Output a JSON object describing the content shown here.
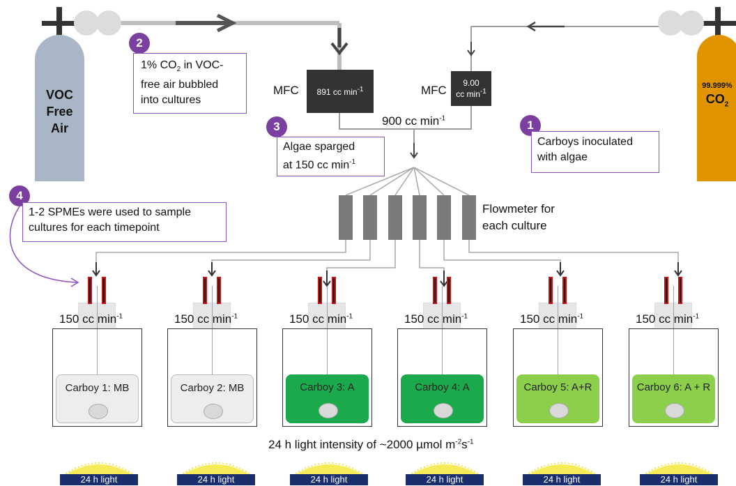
{
  "colors": {
    "purple": "#7b3fa0",
    "cylinder_air": "#a9b6c6",
    "cylinder_co2": "#e09400",
    "mfc": "#333333",
    "algae_green": "#1aaa4c",
    "algae_light_green": "#8ccf4a",
    "media_gray": "#ededed",
    "light_banner": "#1a2e6e"
  },
  "cylinders": {
    "air": {
      "line1": "VOC",
      "line2": "Free",
      "line3": "Air"
    },
    "co2": {
      "percent": "99.999%",
      "formula": "CO",
      "sub": "2"
    }
  },
  "steps": {
    "s1": {
      "num": "1",
      "line1": "Carboys inoculated",
      "line2": "with algae"
    },
    "s2": {
      "num": "2",
      "line1a": "1% CO",
      "line1sub": "2",
      "line1b": " in VOC-",
      "line2": "free air bubbled",
      "line3": "into cultures"
    },
    "s3": {
      "num": "3",
      "line1": "Algae sparged",
      "line2a": "at 150 cc min",
      "line2sup": "-1"
    },
    "s4": {
      "num": "4",
      "line1": "1-2 SPMEs were used to sample",
      "line2": "cultures for each timepoint"
    }
  },
  "mfc": {
    "left": {
      "label": "MFC",
      "value": "891 cc min",
      "sup": "-1"
    },
    "right": {
      "label": "MFC",
      "value1": "9.00",
      "value2": "cc min",
      "sup": "-1"
    }
  },
  "combined_flow": {
    "text": "900 cc min",
    "sup": "-1"
  },
  "flowmeter": {
    "line1": "Flowmeter for",
    "line2": "each culture"
  },
  "carboy_flow": {
    "text": "150 cc min",
    "sup": "-1"
  },
  "carboys": [
    {
      "label": "Carboy 1: MB",
      "fill": "#ededed"
    },
    {
      "label": "Carboy 2: MB",
      "fill": "#ededed"
    },
    {
      "label": "Carboy 3: A",
      "fill": "#1aaa4c"
    },
    {
      "label": "Carboy 4: A",
      "fill": "#1aaa4c"
    },
    {
      "label": "Carboy 5: A+R",
      "fill": "#8ccf4a"
    },
    {
      "label": "Carboy 6: A + R",
      "fill": "#8ccf4a"
    }
  ],
  "light": {
    "caption_a": "24 h light intensity of ~2000 µmol m",
    "caption_sup1": "-2",
    "caption_b": "s",
    "caption_sup2": "-1",
    "banner": "24 h light"
  }
}
